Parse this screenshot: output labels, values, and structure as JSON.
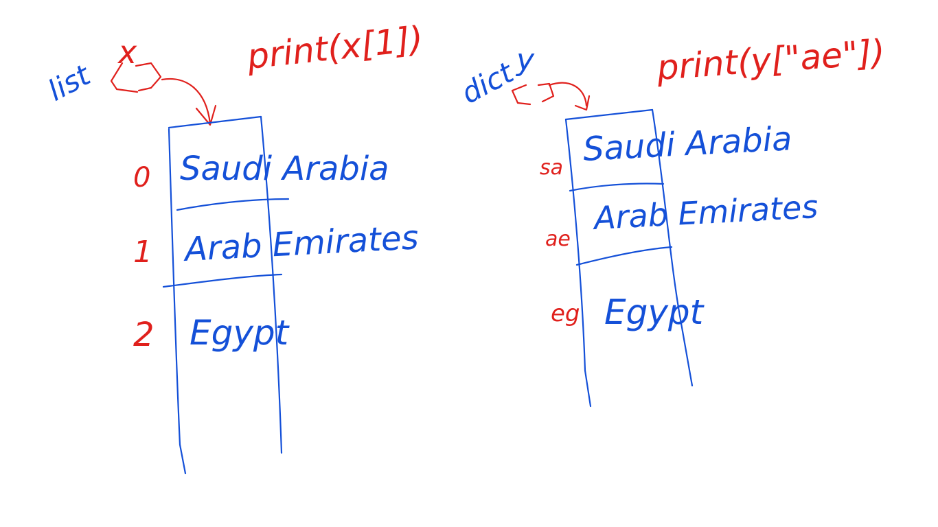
{
  "colors": {
    "red_ink": "#e0201c",
    "blue_ink": "#1450d8",
    "background": "#ffffff"
  },
  "list_panel": {
    "type_label": "list",
    "var_name": "x",
    "code": "print(x[1])",
    "indices": [
      "0",
      "1",
      "2"
    ],
    "values": [
      "Saudi Arabia",
      "Arab Emirates",
      "Egypt"
    ]
  },
  "dict_panel": {
    "type_label": "dict",
    "var_name": "y",
    "code": "print(y[\"ae\"])",
    "keys": [
      "sa",
      "ae",
      "eg"
    ],
    "values": [
      "Saudi Arabia",
      "Arab Emirates",
      "Egypt"
    ]
  }
}
